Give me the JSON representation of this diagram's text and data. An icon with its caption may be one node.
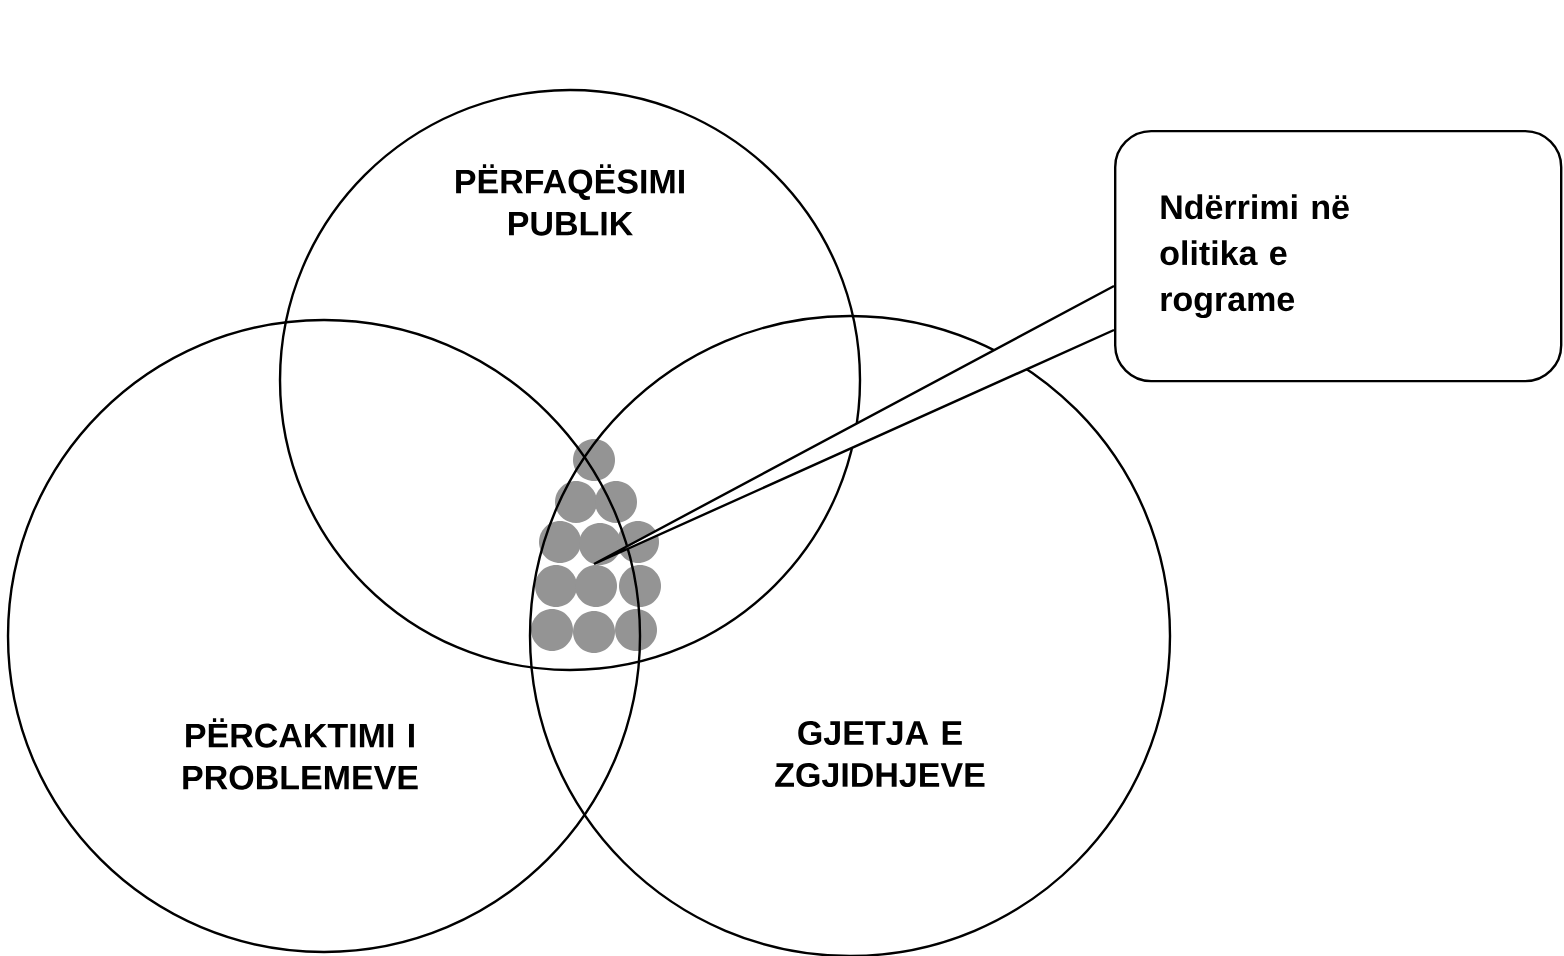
{
  "diagram": {
    "nodes": [
      {
        "text": [
          "PËRFAQËSIMI PUBLIK"
        ]
      },
      {
        "text": [
          "PËRCAKTIMI I PROBLEMEVE"
        ]
      },
      {
        "text": [
          "GJETJA E ZGJIDHJEVE"
        ]
      },
      {
        "text": [
          "Ndërrimi në olitika e rograme"
        ]
      },
      {
        "text": [],
        "shape": "circle"
      }
    ],
    "edges": [
      {
        "from": 3,
        "to": 4,
        "arrow": "none"
      }
    ]
  }
}
